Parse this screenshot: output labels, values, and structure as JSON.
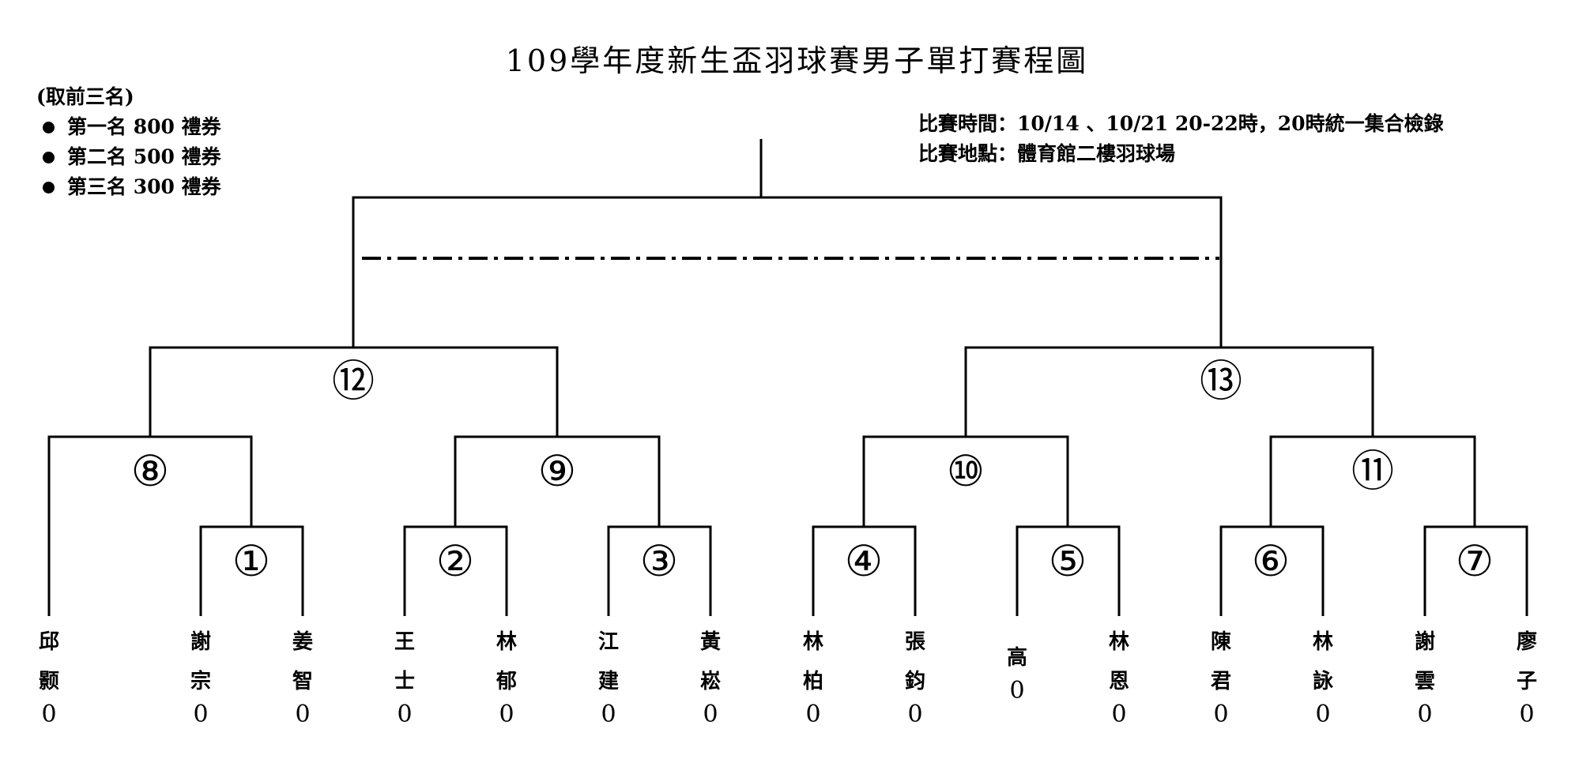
{
  "title": "109學年度新生盃羽球賽男子單打賽程圖",
  "prizes": {
    "header": "(取前三名)",
    "items": [
      "第一名 800 禮券",
      "第二名 500 禮券",
      "第三名 300 禮券"
    ]
  },
  "info": {
    "time": "比賽時間：10/14 、10/21  20-22時，20時統一集合檢錄",
    "venue": "比賽地點：體育館二樓羽球場"
  },
  "matches": [
    "①",
    "②",
    "③",
    "④",
    "⑤",
    "⑥",
    "⑦",
    "⑧",
    "⑨",
    "⑩",
    "⑪",
    "⑫",
    "⑬"
  ],
  "players": [
    {
      "name": "邱颢",
      "score": "0"
    },
    {
      "name": "謝宗",
      "score": "0"
    },
    {
      "name": "姜智",
      "score": "0"
    },
    {
      "name": "王士",
      "score": "0"
    },
    {
      "name": "林郁",
      "score": "0"
    },
    {
      "name": "江建",
      "score": "0"
    },
    {
      "name": "黃崧",
      "score": "0"
    },
    {
      "name": "林柏",
      "score": "0"
    },
    {
      "name": "張鈞",
      "score": "0"
    },
    {
      "name": "高",
      "score": "0"
    },
    {
      "name": "林恩",
      "score": "0"
    },
    {
      "name": "陳君",
      "score": "0"
    },
    {
      "name": "林詠",
      "score": "0"
    },
    {
      "name": "謝雲",
      "score": "0"
    },
    {
      "name": "廖子",
      "score": "0"
    }
  ]
}
